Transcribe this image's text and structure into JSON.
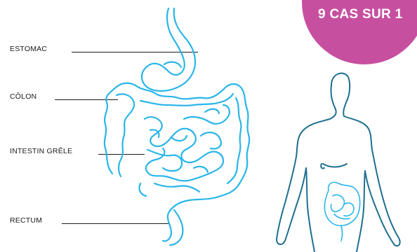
{
  "badge": {
    "text": "9 CAS SUR 1",
    "color": "#c74fa0"
  },
  "labels": {
    "estomac": "ESTOMAC",
    "colon": "CÔLON",
    "intestin_grele": "INTESTIN GRÊLE",
    "rectum": "RECTUM"
  },
  "colors": {
    "organ_stroke": "#29b6e8",
    "text": "#1a1a1a",
    "body_outline": "#1e6f8f"
  }
}
